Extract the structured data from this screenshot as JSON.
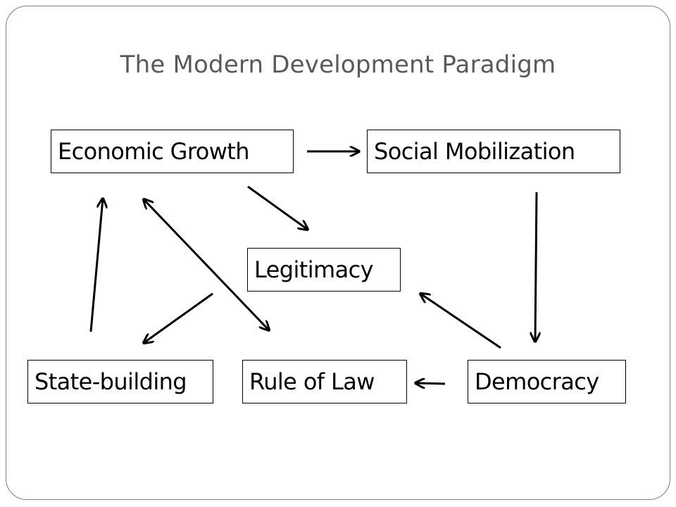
{
  "title": "The Modern Development Paradigm",
  "nodes": {
    "economic_growth": "Economic Growth",
    "social_mobilization": "Social Mobilization",
    "legitimacy": "Legitimacy",
    "state_building": "State-building",
    "rule_of_law": "Rule of Law",
    "democracy": "Democracy"
  },
  "edges": [
    {
      "from": "Economic Growth",
      "to": "Social Mobilization"
    },
    {
      "from": "Economic Growth",
      "to": "Legitimacy"
    },
    {
      "from": "Social Mobilization",
      "to": "Democracy"
    },
    {
      "from": "Democracy",
      "to": "Legitimacy"
    },
    {
      "from": "Democracy",
      "to": "Rule of Law"
    },
    {
      "from": "Legitimacy",
      "to": "State-building"
    },
    {
      "from": "State-building",
      "to": "Economic Growth"
    },
    {
      "from": "Economic Growth",
      "to": "Rule of Law"
    },
    {
      "from": "Rule of Law",
      "to": "Economic Growth"
    }
  ],
  "colors": {
    "title": "#595959",
    "frame": "#7f7f7f",
    "stroke": "#000000"
  }
}
